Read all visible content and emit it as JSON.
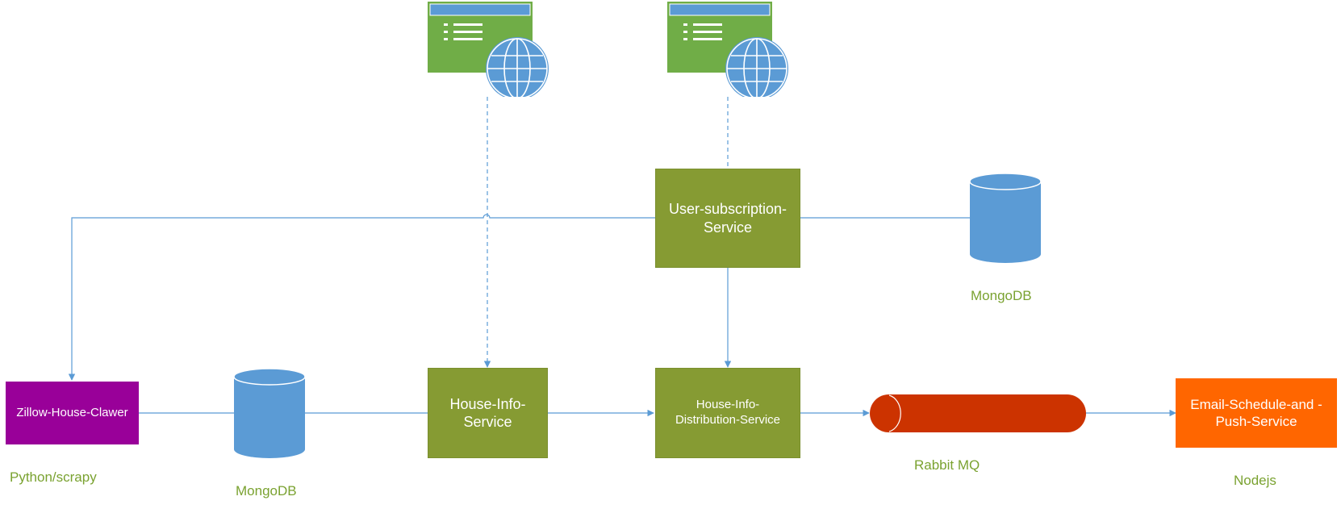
{
  "colors": {
    "service_green": "#869b33",
    "crawler_purple": "#990099",
    "email_orange": "#ff6600",
    "queue_red": "#cc3300",
    "db_blue": "#5b9bd5",
    "browser_green": "#70ad47",
    "connector_blue": "#5b9bd5",
    "label_green": "#7aa230"
  },
  "nodes": {
    "zillow_crawler": {
      "label": "Zillow-House-Clawer",
      "caption": "Python/scrapy",
      "icon": "process-box"
    },
    "mongodb_crawler": {
      "caption": "MongoDB",
      "icon": "database-cylinder"
    },
    "house_info_service": {
      "line1": "House-Info-",
      "line2": "Service",
      "icon": "process-box"
    },
    "distribution_service": {
      "line1": "House-Info-",
      "line2": "Distribution-Service",
      "icon": "process-box"
    },
    "rabbit_mq": {
      "caption": "Rabbit MQ",
      "icon": "message-queue"
    },
    "email_service": {
      "line1": "Email-Schedule-and -",
      "line2": "Push-Service",
      "caption": "Nodejs",
      "icon": "process-box"
    },
    "user_subscription_service": {
      "line1": "User-subscription-",
      "line2": "Service",
      "icon": "process-box"
    },
    "mongodb_subscription": {
      "caption": "MongoDB",
      "icon": "database-cylinder"
    },
    "web_client_house": {
      "icon": "web-page-globe"
    },
    "web_client_subscription": {
      "icon": "web-page-globe"
    }
  },
  "connections": [
    {
      "from": "zillow_crawler",
      "to": "mongodb_crawler",
      "style": "solid"
    },
    {
      "from": "mongodb_crawler",
      "to": "house_info_service",
      "style": "solid"
    },
    {
      "from": "house_info_service",
      "to": "distribution_service",
      "style": "solid-arrow"
    },
    {
      "from": "distribution_service",
      "to": "rabbit_mq",
      "style": "solid-arrow"
    },
    {
      "from": "rabbit_mq",
      "to": "email_service",
      "style": "solid-arrow"
    },
    {
      "from": "user_subscription_service",
      "to": "distribution_service",
      "style": "solid-arrow"
    },
    {
      "from": "user_subscription_service",
      "to": "zillow_crawler",
      "style": "solid-arrow"
    },
    {
      "from": "user_subscription_service",
      "to": "mongodb_subscription",
      "style": "solid"
    },
    {
      "from": "web_client_house",
      "to": "house_info_service",
      "style": "dashed-arrow"
    },
    {
      "from": "web_client_subscription",
      "to": "user_subscription_service",
      "style": "dashed"
    }
  ]
}
